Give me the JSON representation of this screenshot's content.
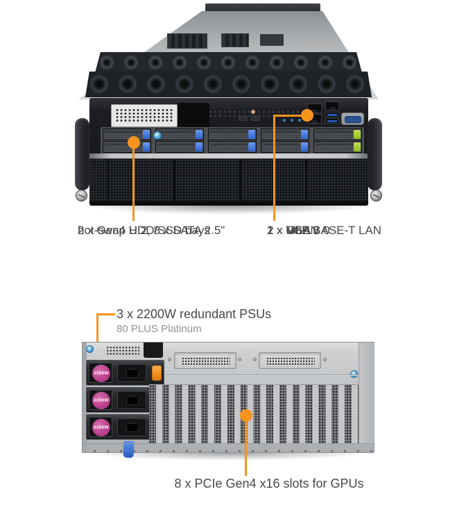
{
  "colors": {
    "accent_orange": "#f7941d",
    "text_dark": "#46484c",
    "text_muted": "#8e9195",
    "bezel_dark": "#17191d",
    "chassis_gray": "#c2c4c6",
    "latch_blue": "#2b63cf",
    "latch_green": "#8fbf1f",
    "psu_badge_magenta": "#ba3e8a",
    "thumbscrew_blue": "#4aa3d8",
    "psu_clip_orange": "#ef8c1e"
  },
  "front_view": {
    "annotations": {
      "drives": {
        "line1": "2 x Gen4 U.2, 8 x SATA 2.5\"",
        "line2": "hot-swap HDD/SSD bays"
      },
      "io": {
        "lines": [
          "1 x VGA",
          "2 x USB 3.0",
          "1 x MLAN",
          "2 x GbE BASE-T LAN"
        ]
      }
    }
  },
  "rear_view": {
    "psu_badge": "2200W",
    "annotations": {
      "psu": {
        "title": "3 x 2200W redundant PSUs",
        "subtitle": "80 PLUS Platinum"
      },
      "pcie": {
        "label": "8 x PCIe Gen4 x16 slots for GPUs"
      }
    }
  }
}
